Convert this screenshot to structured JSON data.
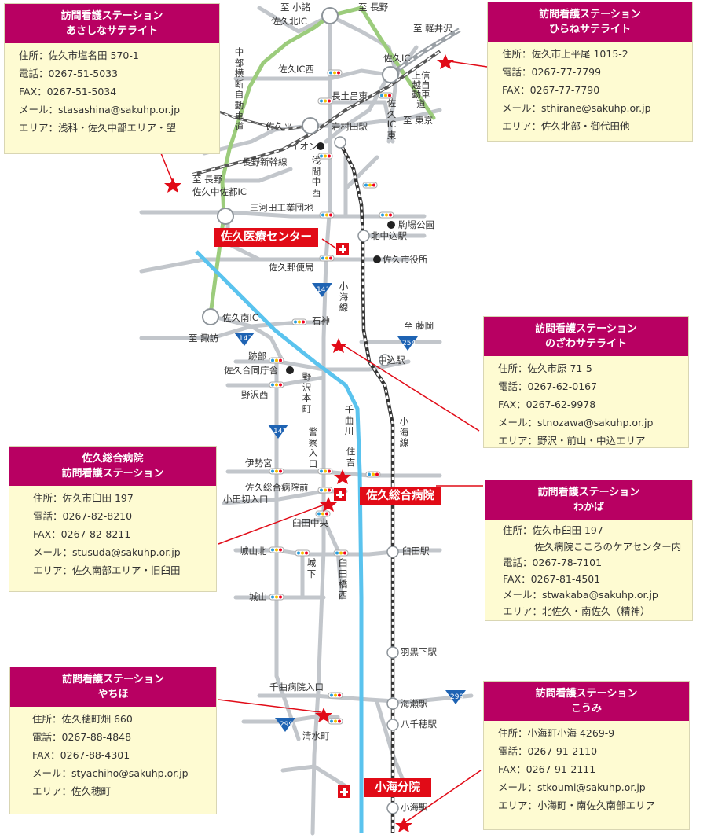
{
  "cards": {
    "asashina": {
      "title1": "訪問看護ステーション",
      "title2": "あさしなサテライト",
      "address": "住所：佐久市塩名田 570-1",
      "tel": "電話：0267-51-5033",
      "fax": "FAX：0267-51-5034",
      "mail": "メール：stasashina@sakuhp.or.jp",
      "area": "エリア：浅科・佐久中部エリア・望"
    },
    "hirane": {
      "title1": "訪問看護ステーション",
      "title2": "ひらねサテライト",
      "address": "住所：佐久市上平尾 1015-2",
      "tel": "電話：0267-77-7799",
      "fax": "FAX：0267-77-7790",
      "mail": "メール：sthirane@sakuhp.or.jp",
      "area": "エリア：佐久北部・御代田他"
    },
    "nozawa": {
      "title1": "訪問看護ステーション",
      "title2": "のざわサテライト",
      "address": "住所：佐久市原 71-5",
      "tel": "電話：0267-62-0167",
      "fax": "FAX：0267-62-9978",
      "mail": "メール：stnozawa@sakuhp.or.jp",
      "area": "エリア：野沢・前山・中込エリア"
    },
    "sakusogo": {
      "title1": "佐久総合病院",
      "title2": "訪問看護ステーション",
      "address": "住所：佐久市臼田 197",
      "tel": "電話：0267-82-8210",
      "fax": "FAX：0267-82-8211",
      "mail": "メール：stusuda@sakuhp.or.jp",
      "area": "エリア：佐久南部エリア・旧臼田"
    },
    "wakaba": {
      "title1": "訪問看護ステーション",
      "title2": "わかば",
      "address": "住所：佐久市臼田 197",
      "address2": "佐久病院こころのケアセンター内",
      "tel": "電話：0267-78-7101",
      "fax": "FAX：0267-81-4501",
      "mail": "メール：stwakaba@sakuhp.or.jp",
      "area": "エリア：北佐久・南佐久（精神）"
    },
    "yachiho": {
      "title1": "訪問看護ステーション",
      "title2": "やちほ",
      "address": "住所：佐久穂町畑 660",
      "tel": "電話：0267-88-4848",
      "fax": "FAX：0267-88-4301",
      "mail": "メール：styachiho@sakuhp.or.jp",
      "area": "エリア：佐久穂町"
    },
    "koumi": {
      "title1": "訪問看護ステーション",
      "title2": "こうみ",
      "address": "住所：小海町小海 4269-9",
      "tel": "電話：0267-91-2110",
      "fax": "FAX：0267-91-2111",
      "mail": "メール：stkoumi@sakuhp.or.jp",
      "area": "エリア：小海町・南佐久南部エリア"
    }
  },
  "hospitals": {
    "iryo": "佐久医療センター",
    "sogo": "佐久総合病院",
    "koumi": "小海分院"
  },
  "labels": {
    "to_komoro": "至 小諸",
    "saku_kita_ic": "佐久北IC",
    "to_nagano_n": "至 長野",
    "to_karuizawa": "至 軽井沢",
    "saku_ic": "佐久IC",
    "joshinetsu": "上信越自動車道",
    "chubu": "中部横断自動車道",
    "saku_ic_nishi": "佐久IC西",
    "nagatsuchioshi": "長土呂東",
    "saku_ic_higashi": "佐久IC東",
    "to_tokyo": "至 東京",
    "sakudaira": "佐久平",
    "iwamurada_st": "岩村田駅",
    "aeon": "イオン",
    "shinkansen": "長野新幹線",
    "asama_chuo_nishi": "浅間中西",
    "to_nagano_w": "至 長野",
    "saku_chusa_ic": "佐久中佐都IC",
    "miyoshi": "三河田工業団地",
    "komaba": "駒場公園",
    "kitanakagomi_st": "北中込駅",
    "city_hall": "佐久市役所",
    "post": "佐久郵便局",
    "koumi_line": "小海線",
    "r141a": "141",
    "saku_minami_ic": "佐久南IC",
    "to_suwa": "至 諏訪",
    "r142": "142",
    "ishigami": "石神",
    "to_fujioka": "至 藤岡",
    "r254": "254",
    "nakagomi_st": "中込駅",
    "atobe": "跡部",
    "godo": "佐久合同庁舎",
    "nozawa_honcho": "野沢本町",
    "nozawa_nishi": "野沢西",
    "chikuma": "千曲川",
    "koumi_line2": "小海線",
    "r141b": "141",
    "keisatsu": "警察入口",
    "iseguu": "伊勢宮",
    "sumiyoshi": "住吉",
    "sogo_mae": "佐久総合病院前",
    "odakiri": "小田切入口",
    "usuda_chuo": "臼田中央",
    "usuda_st": "臼田駅",
    "shiroyama_kita": "城山北",
    "shiroshita": "城下",
    "usuda_bashi": "臼田橋西",
    "shiroyama": "城山",
    "haguroshita_st": "羽黒下駅",
    "chikuma_iriguchi": "千曲病院入口",
    "unose_st": "海瀬駅",
    "r299a": "299",
    "yachiho_st": "八千穂駅",
    "r299b": "299",
    "shimizu": "清水町",
    "koumi_st": "小海駅"
  }
}
